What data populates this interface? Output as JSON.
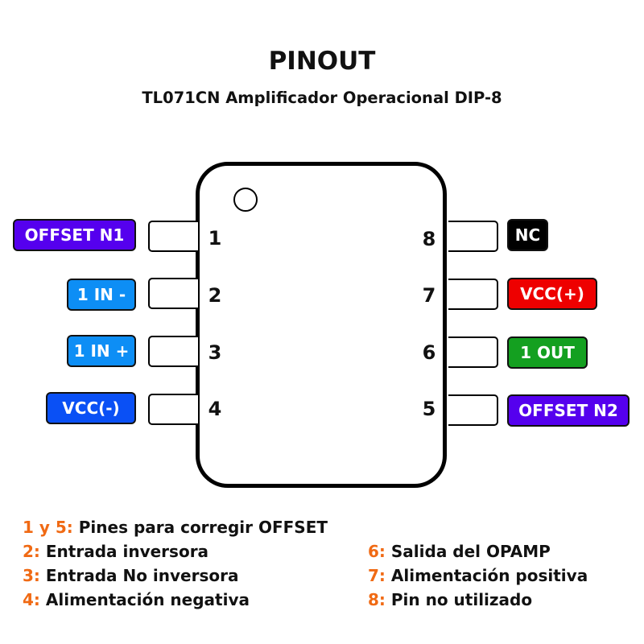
{
  "header": {
    "title": "PINOUT",
    "subtitle": "TL071CN Amplificador Operacional DIP-8"
  },
  "colors": {
    "offset": "#5500ee",
    "input": "#0d8ef5",
    "vcc_neg": "#0a50f5",
    "nc": "#000000",
    "vcc_pos": "#ee0000",
    "output": "#14a020",
    "legend_key": "#f06a14"
  },
  "pins": {
    "left": [
      {
        "number": "1",
        "label": "OFFSET N1"
      },
      {
        "number": "2",
        "label": "1 IN -"
      },
      {
        "number": "3",
        "label": "1 IN +"
      },
      {
        "number": "4",
        "label": "VCC(-)"
      }
    ],
    "right": [
      {
        "number": "8",
        "label": "NC"
      },
      {
        "number": "7",
        "label": "VCC(+)"
      },
      {
        "number": "6",
        "label": "1 OUT"
      },
      {
        "number": "5",
        "label": "OFFSET N2"
      }
    ]
  },
  "legend": {
    "left": [
      {
        "key": "1 y 5:",
        "text": "Pines para corregir OFFSET"
      },
      {
        "key": "2:",
        "text": "Entrada inversora"
      },
      {
        "key": "3:",
        "text": "Entrada No inversora"
      },
      {
        "key": "4:",
        "text": "Alimentación negativa"
      }
    ],
    "right": [
      {
        "key": "6:",
        "text": "Salida del OPAMP"
      },
      {
        "key": "7:",
        "text": "Alimentación positiva"
      },
      {
        "key": "8:",
        "text": "Pin no utilizado"
      }
    ]
  }
}
